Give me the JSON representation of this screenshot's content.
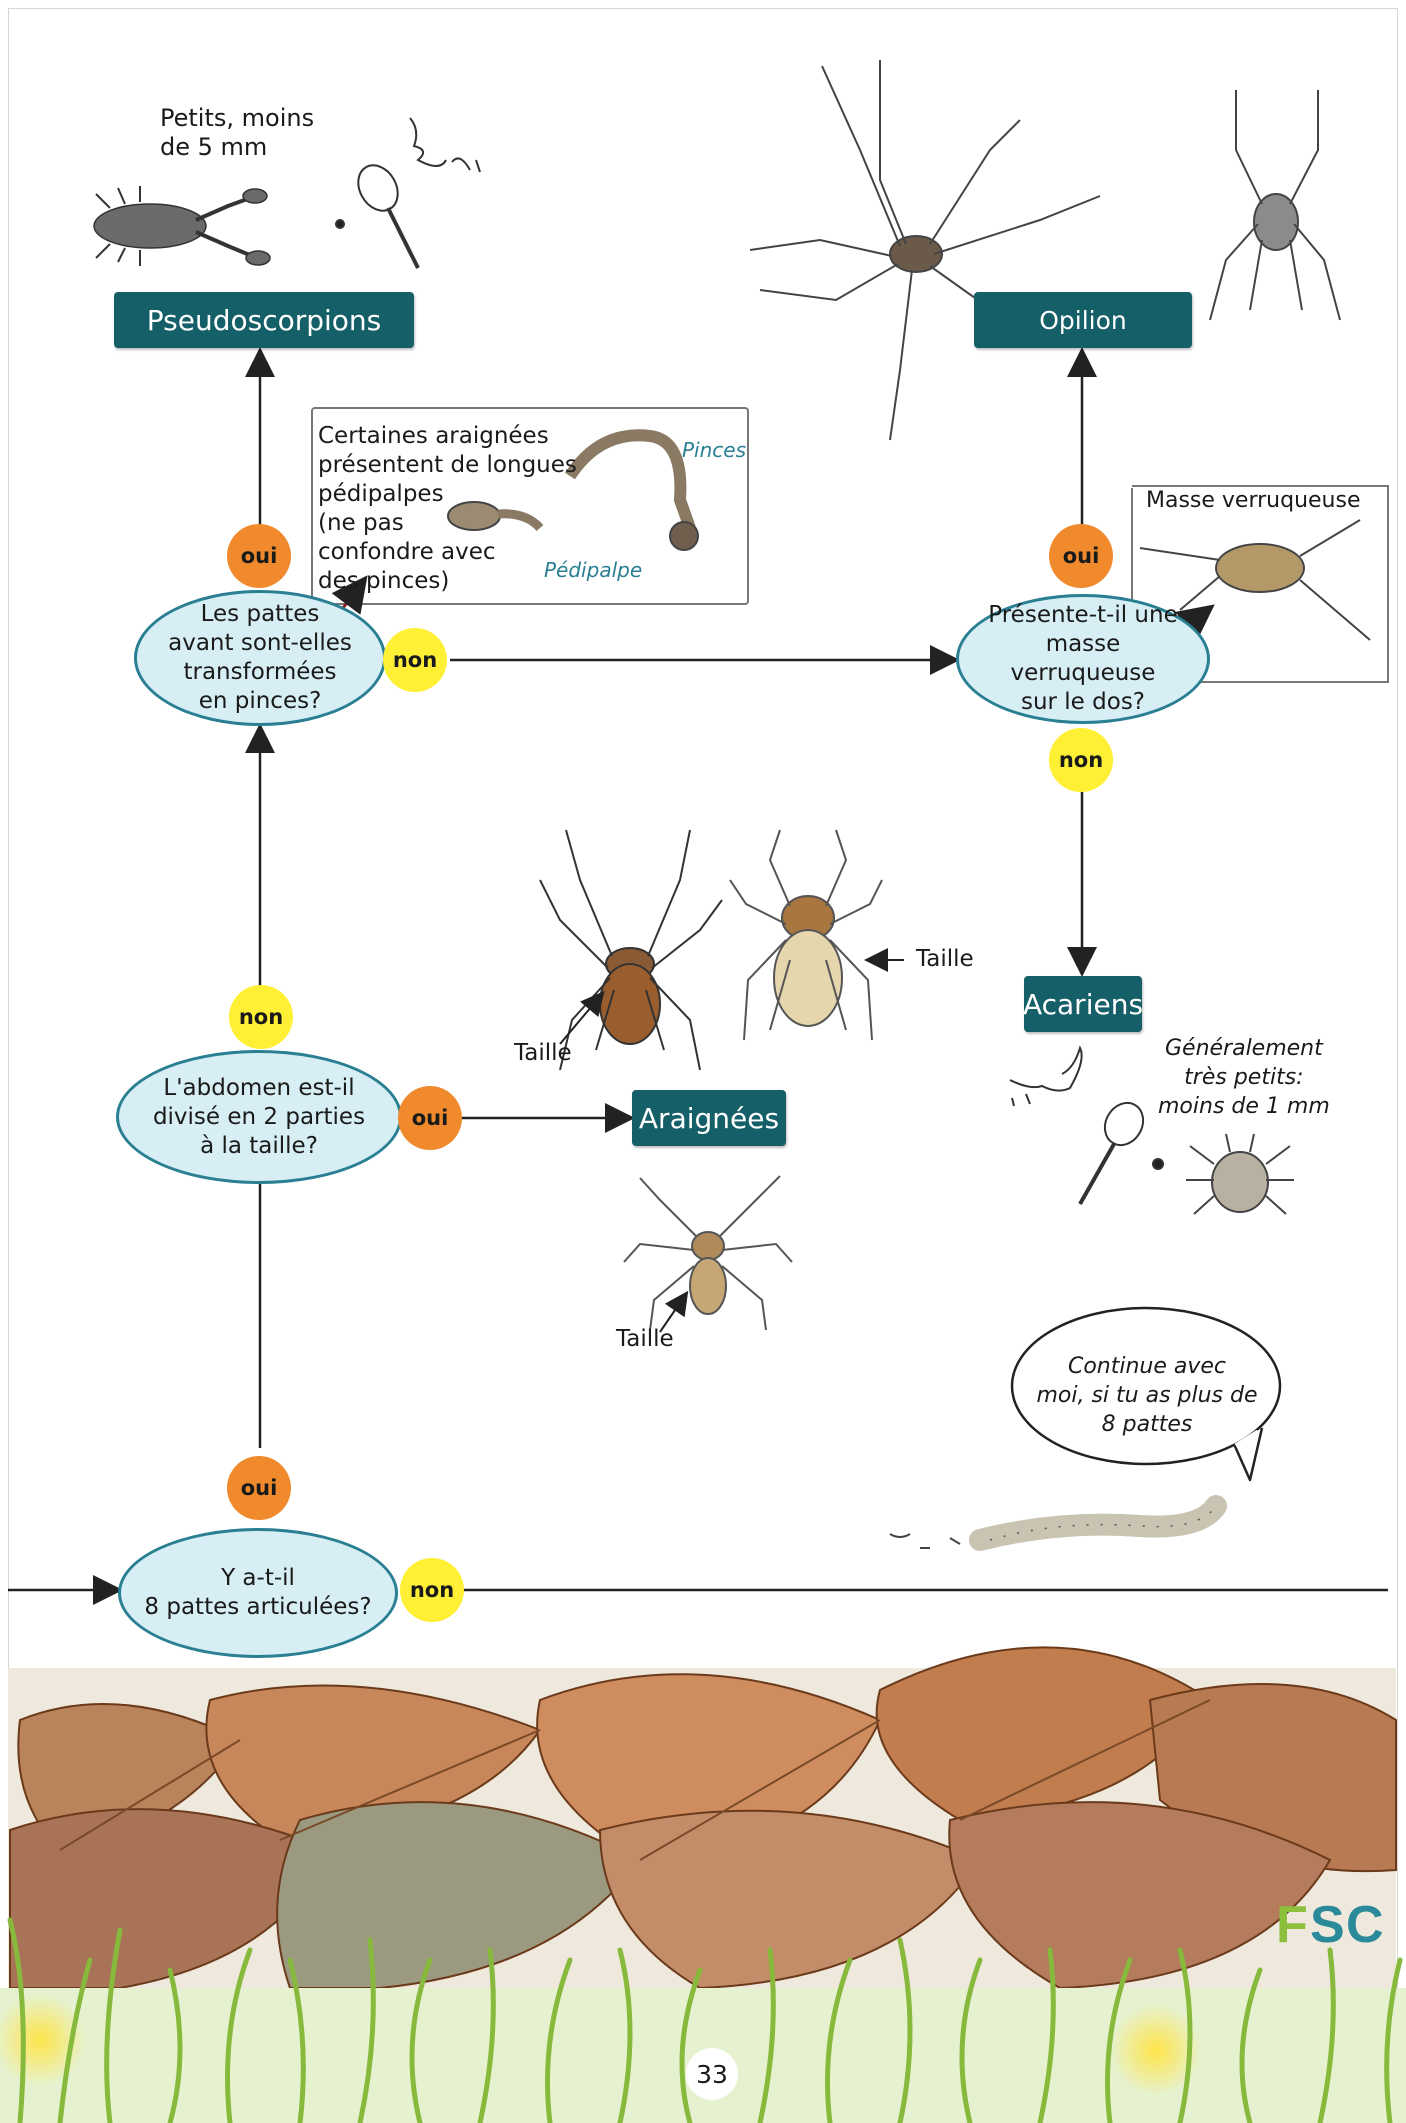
{
  "page_number": "33",
  "logo": "FSC",
  "colors": {
    "question_fill": "#d6eef4",
    "question_border": "#2a7f93",
    "result_fill": "#155f68",
    "oui": "#f08a2c",
    "non": "#fff036"
  },
  "questions": {
    "q1": "Y a-t-il\n8 pattes articulées?",
    "q2": "L'abdomen est-il\ndivisé en 2 parties\nà la taille?",
    "q3": "Les pattes\navant sont-elles\ntransformées\nen pinces?",
    "q4": "Présente-t-il une\nmasse verruqueuse\nsur le dos?"
  },
  "answers": {
    "yes": "oui",
    "no": "non"
  },
  "results": {
    "pseudoscorpions": "Pseudoscorpions",
    "opilion": "Opilion",
    "acariens": "Acariens",
    "araignees": "Araignées"
  },
  "notes": {
    "pseudo_size": "Petits, moins\nde 5 mm",
    "pedipalpes": "Certaines araignées\nprésentent de longues\npédipalpes\n(ne pas\nconfondre avec\n          des pinces)",
    "pinces": "Pinces",
    "pedipalpe": "Pédipalpe",
    "masse": "Masse verruqueuse",
    "taille": "Taille",
    "acariens_size": "Généralement\ntrès petits:\nmoins de 1 mm",
    "speech": "Continue avec\nmoi, si tu as plus de\n8 pattes"
  },
  "icons": [
    "pseudoscorpion-icon",
    "magnifier-icon",
    "opilion-icon",
    "spider-icon",
    "mite-icon",
    "millipede-icon",
    "leaf-litter",
    "grass"
  ]
}
